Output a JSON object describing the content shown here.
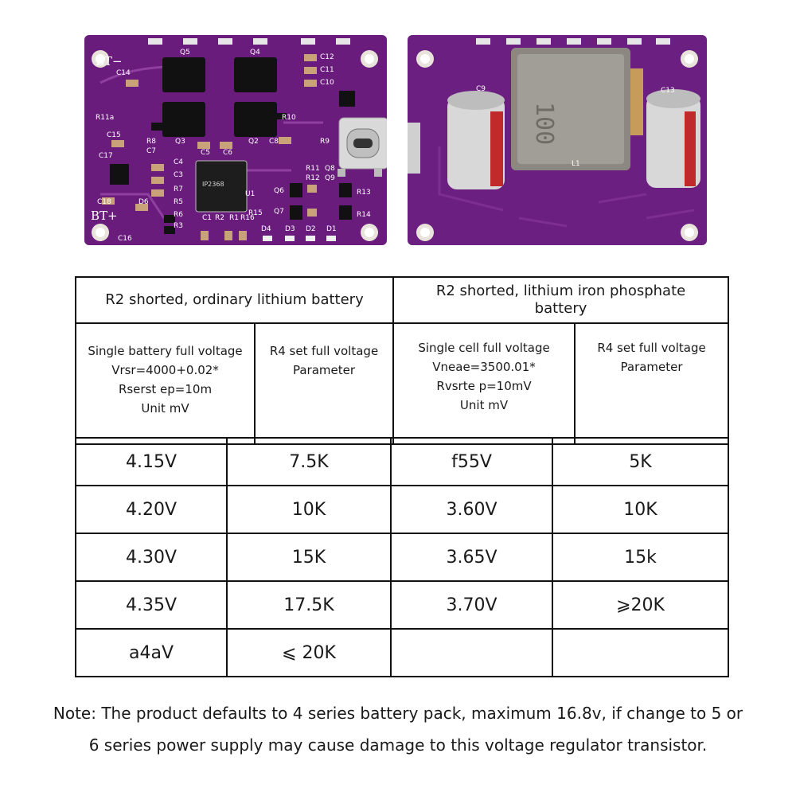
{
  "board_front": {
    "labels": {
      "bt_minus": "BT−",
      "bt_plus": "BT+",
      "q5": "Q5",
      "q4": "Q4",
      "q3": "Q3",
      "q2": "Q2",
      "c12": "C12",
      "c11": "C11",
      "c10": "C10",
      "c14": "C14",
      "r11a": "R11a",
      "r10": "R10",
      "c15": "C15",
      "r8": "R8",
      "c7": "C7",
      "c5": "C5",
      "c6": "C6",
      "c8": "C8",
      "r9": "R9",
      "c17": "C17",
      "c4": "C4",
      "c3": "C3",
      "r7": "R7",
      "r5": "R5",
      "c18": "C18",
      "d6": "D6",
      "r6": "R6",
      "c1": "C1",
      "r2": "R2",
      "r1": "R1",
      "r16": "R16",
      "r15": "R15",
      "r3": "R3",
      "c16": "C16",
      "u1": "U1",
      "r11": "R11",
      "q8": "Q8",
      "r12": "R12",
      "q9": "Q9",
      "q6": "Q6",
      "q7": "Q7",
      "r13": "R13",
      "r14": "R14",
      "d4": "D4",
      "d3": "D3",
      "d2": "D2",
      "d1": "D1",
      "chip": "IP2368"
    }
  },
  "board_back": {
    "labels": {
      "c9": "C9",
      "c13": "C13",
      "l1": "L1",
      "inductor_mark": "100"
    }
  },
  "param_table": {
    "header_left": "R2 shorted, ordinary lithium battery",
    "header_right": "R2 shorted, lithium iron phosphate\nbattery",
    "sub": [
      "Single battery full voltage\nVrsr=4000+0.02*\nRserst ep=10m\nUnit mV",
      "R4 set full voltage\nParameter",
      "Single cell full voltage\nVneae=3500.01*\nRvsrte p=10mV\nUnit mV",
      "R4 set full voltage\nParameter"
    ]
  },
  "value_table": {
    "rows": [
      [
        "4.15V",
        "7.5K",
        "f55V",
        "5K"
      ],
      [
        "4.20V",
        "10K",
        "3.60V",
        "10K"
      ],
      [
        "4.30V",
        "15K",
        "3.65V",
        "15k"
      ],
      [
        "4.35V",
        "17.5K",
        "3.70V",
        "⩾20K"
      ],
      [
        "a4aV",
        "⩽ 20K",
        "",
        ""
      ]
    ]
  },
  "note": {
    "line1": "Note: The product defaults to 4 series battery pack, maximum 16.8v, if change to 5 or",
    "line2": "6 series power supply may cause damage to this voltage regulator transistor."
  },
  "colors": {
    "pcb": "#6a1c7d",
    "border": "#111111",
    "text": "#1a1a1a"
  }
}
